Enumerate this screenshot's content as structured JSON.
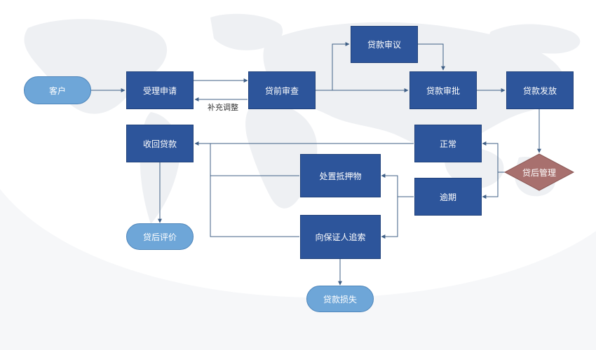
{
  "nodes": {
    "customer": "客户",
    "accept": "受理申请",
    "pre_review": "贷前审查",
    "review": "贷款审议",
    "approve": "贷款审批",
    "disburse": "贷款发放",
    "post_manage": "贷后管理",
    "normal": "正常",
    "overdue": "逾期",
    "collateral": "处置抵押物",
    "guarantor": "向保证人追索",
    "recover": "收回贷款",
    "evaluate": "贷后评价",
    "loss": "贷款损失"
  },
  "edge_labels": {
    "supplement": "补充调整"
  },
  "colors": {
    "process": "#2d559b",
    "terminal": "#6ea6d8",
    "decision": "#a8706e",
    "connector": "#3f5f86"
  }
}
